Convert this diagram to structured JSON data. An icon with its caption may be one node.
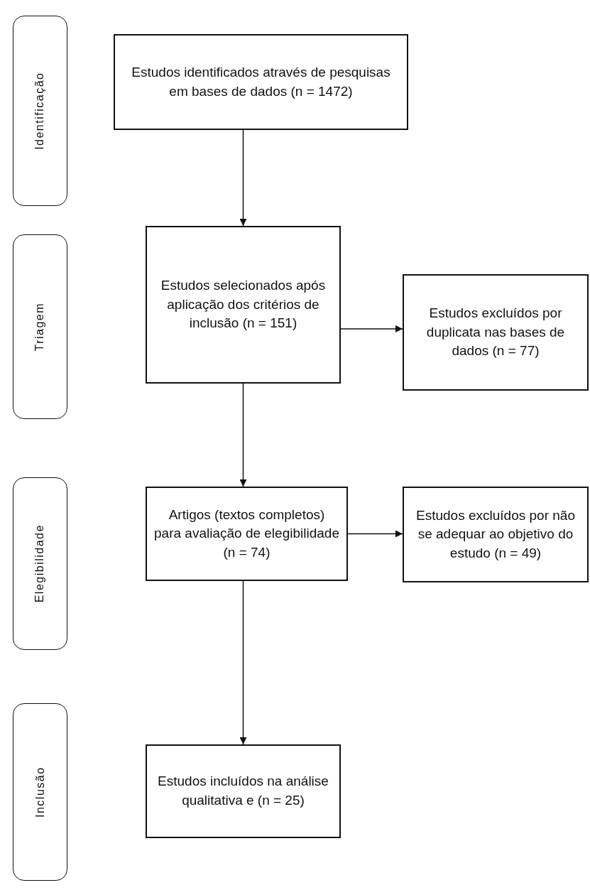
{
  "diagram": {
    "nodes": [
      {
        "text": [
          "Identificação"
        ]
      },
      {
        "text": [
          "Estudos identificados através de pesquisas em bases de dados (n = 1472)"
        ]
      },
      {
        "text": [
          "Triagem"
        ]
      },
      {
        "text": [
          "Estudos selecionados após aplicação dos critérios de inclusão (n = 151)"
        ]
      },
      {
        "text": [
          "Estudos excluídos por duplicata nas bases de dados (n = 77)"
        ]
      },
      {
        "text": [
          "Elegibilidade"
        ]
      },
      {
        "text": [
          "Artigos (textos completos) para avaliação de elegibilidade (n = 74)"
        ]
      },
      {
        "text": [
          "Estudos excluídos por não se adequar ao objetivo do estudo (n = 49)"
        ]
      },
      {
        "text": [
          "Inclusão"
        ]
      },
      {
        "text": [
          "Estudos incluídos na análise qualitativa e (n = 25)"
        ]
      }
    ],
    "edges": [
      {
        "from": 1,
        "to": 3,
        "arrow": "to"
      },
      {
        "from": 3,
        "to": 4,
        "arrow": "to"
      },
      {
        "from": 3,
        "to": 6,
        "arrow": "to"
      },
      {
        "from": 6,
        "to": 7,
        "arrow": "to"
      },
      {
        "from": 6,
        "to": 9,
        "arrow": "to"
      }
    ]
  }
}
